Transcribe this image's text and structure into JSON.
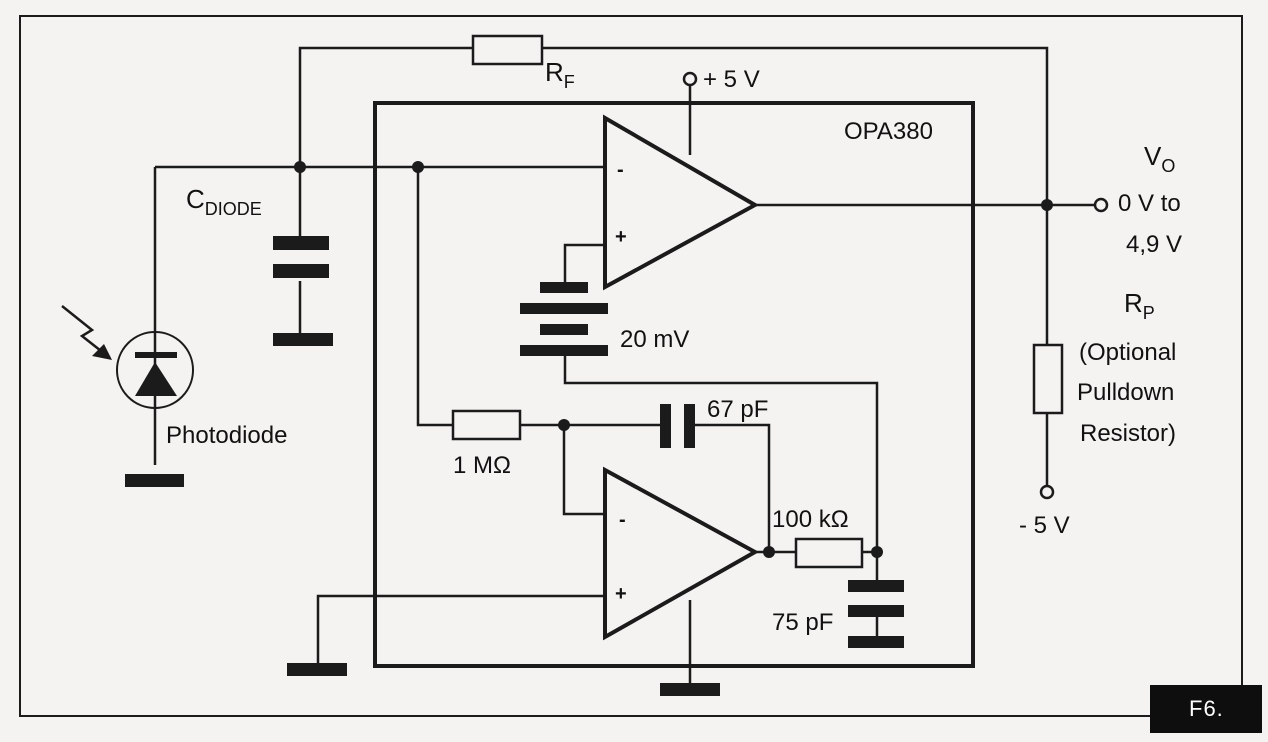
{
  "diagram": {
    "labels": {
      "rf": "R",
      "rf_sub": "F",
      "vplus": "+ 5 V",
      "opa": "OPA380",
      "cdiode": "C",
      "cdiode_sub": "DIODE",
      "vo": "V",
      "vo_sub": "O",
      "vo_range_1": "0 V to",
      "vo_range_2": "4,9 V",
      "rp": "R",
      "rp_sub": "P",
      "rp_note_1": "(Optional",
      "rp_note_2": "Pulldown",
      "rp_note_3": "Resistor)",
      "vminus": "- 5 V",
      "photodiode": "Photodiode",
      "offset": "20 mV",
      "r_1m": "1 MΩ",
      "c_67": "67 pF",
      "r_100k": "100 kΩ",
      "c_75": "75 pF",
      "amp_top_minus": "-",
      "amp_top_plus": "+",
      "amp_bot_minus": "-",
      "amp_bot_plus": "+"
    },
    "tag": "F6."
  }
}
